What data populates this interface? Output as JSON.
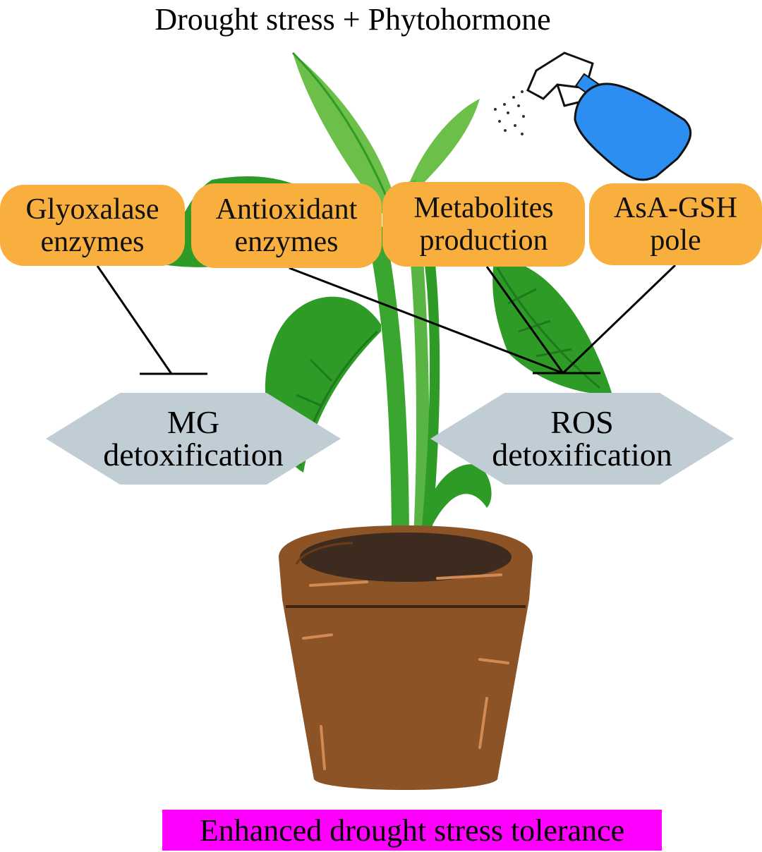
{
  "title": "Drought stress + Phytohormone",
  "colors": {
    "pill": "#F8AF3E",
    "hexagon": "#C1CDD4",
    "outcome_bg": "#FF00FF",
    "leaf_dark": "#2E9B27",
    "leaf_light": "#6CC04A",
    "pot": "#8B5326",
    "soil": "#3D2B1F",
    "sprayer": "#2B8EF0"
  },
  "processes": [
    {
      "line1": "Glyoxalase",
      "line2": "enzymes"
    },
    {
      "line1": "Antioxidant",
      "line2": "enzymes"
    },
    {
      "line1": "Metabolites",
      "line2": "production"
    },
    {
      "line1": "AsA-GSH",
      "line2": "pole"
    }
  ],
  "detox": {
    "mg": {
      "line1": "MG",
      "line2": "detoxification"
    },
    "ros": {
      "line1": "ROS",
      "line2": "detoxification"
    }
  },
  "outcome": "Enhanced drought stress tolerance",
  "icons": [
    "spray-bottle-icon",
    "potted-plant-icon"
  ]
}
